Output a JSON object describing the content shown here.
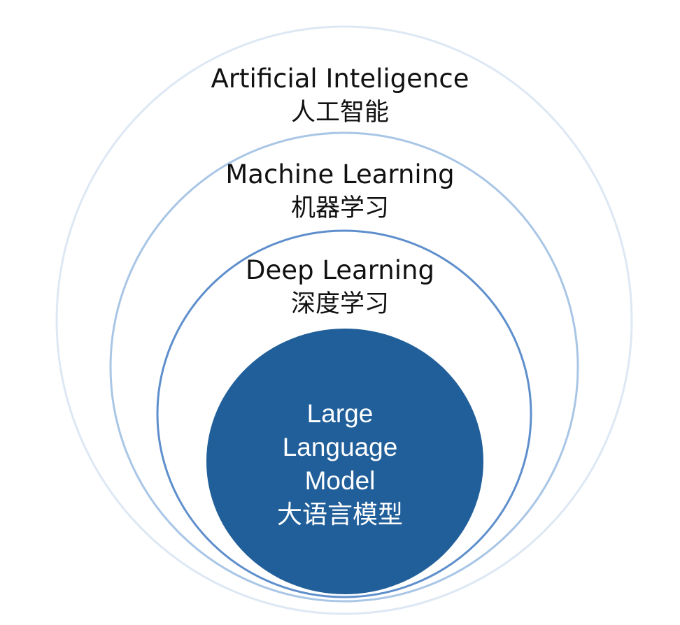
{
  "diagram": {
    "colors": {
      "ai_ring": "#DDE8F4",
      "ml_ring": "#A9C6E6",
      "dl_ring": "#5E8FCC",
      "llm_fill": "#215F9A",
      "text_dark": "#111111",
      "text_light": "#FFFFFF"
    },
    "ai": {
      "en": "Artificial Inteligence",
      "zh": "人工智能"
    },
    "ml": {
      "en": "Machine Learning",
      "zh": "机器学习"
    },
    "dl": {
      "en": "Deep Learning",
      "zh": "深度学习"
    },
    "llm": {
      "line1": "Large",
      "line2": "Language",
      "line3": "Model",
      "zh": "大语言模型"
    }
  }
}
